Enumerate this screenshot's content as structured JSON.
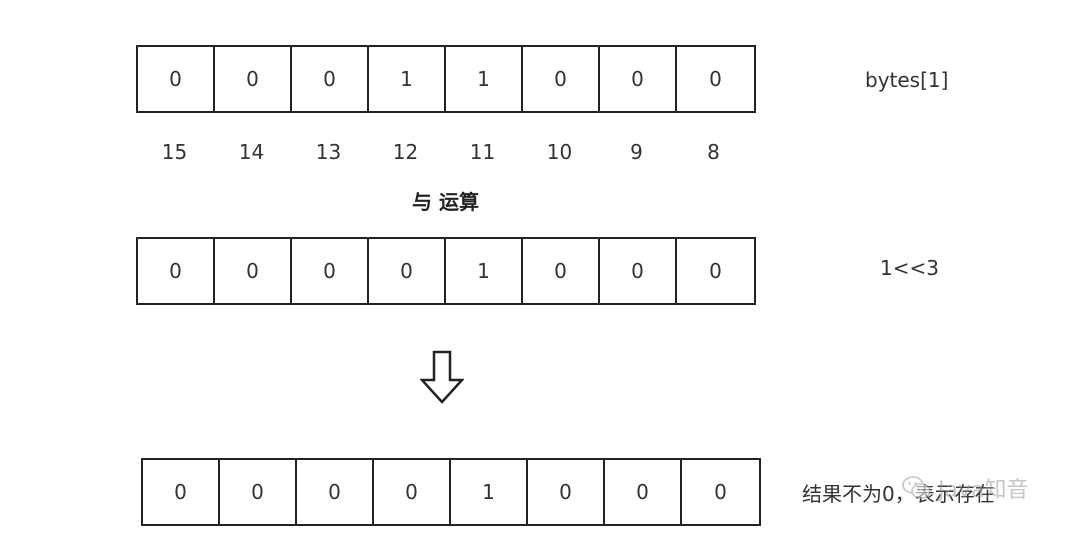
{
  "rows": [
    {
      "name": "bytes-row",
      "cells": [
        "0",
        "0",
        "0",
        "1",
        "1",
        "0",
        "0",
        "0"
      ],
      "label": "bytes[1]"
    },
    {
      "name": "mask-row",
      "cells": [
        "0",
        "0",
        "0",
        "0",
        "1",
        "0",
        "0",
        "0"
      ],
      "label": "1<<3"
    },
    {
      "name": "result-row",
      "cells": [
        "0",
        "0",
        "0",
        "0",
        "1",
        "0",
        "0",
        "0"
      ],
      "label": "结果不为0，表示存在"
    }
  ],
  "indices": [
    "15",
    "14",
    "13",
    "12",
    "11",
    "10",
    "9",
    "8"
  ],
  "operation_label": "与 运算",
  "arrow_icon": "down-arrow-icon",
  "watermark": {
    "text": "Java知音",
    "icon": "wechat-icon"
  },
  "colors": {
    "border": "#222222",
    "text": "#333333",
    "background": "#ffffff"
  }
}
